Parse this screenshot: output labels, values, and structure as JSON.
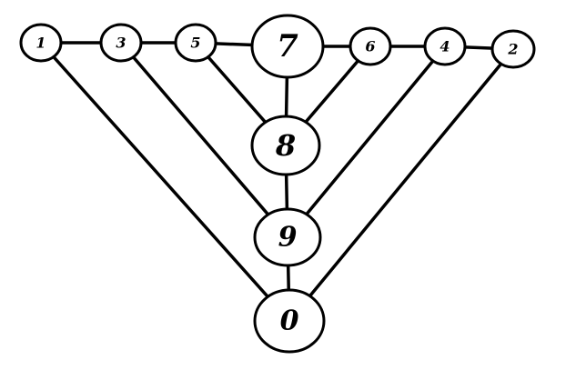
{
  "graph": {
    "nodes": [
      {
        "id": "1",
        "label": "1"
      },
      {
        "id": "3",
        "label": "3"
      },
      {
        "id": "5",
        "label": "5"
      },
      {
        "id": "7",
        "label": "7"
      },
      {
        "id": "6",
        "label": "6"
      },
      {
        "id": "4",
        "label": "4"
      },
      {
        "id": "2",
        "label": "2"
      },
      {
        "id": "8",
        "label": "8"
      },
      {
        "id": "9",
        "label": "9"
      },
      {
        "id": "0",
        "label": "0"
      }
    ],
    "edges": [
      [
        "1",
        "3"
      ],
      [
        "3",
        "5"
      ],
      [
        "5",
        "7"
      ],
      [
        "7",
        "6"
      ],
      [
        "6",
        "4"
      ],
      [
        "4",
        "2"
      ],
      [
        "5",
        "8"
      ],
      [
        "7",
        "8"
      ],
      [
        "6",
        "8"
      ],
      [
        "3",
        "9"
      ],
      [
        "8",
        "9"
      ],
      [
        "4",
        "9"
      ],
      [
        "1",
        "0"
      ],
      [
        "9",
        "0"
      ],
      [
        "2",
        "0"
      ]
    ]
  }
}
